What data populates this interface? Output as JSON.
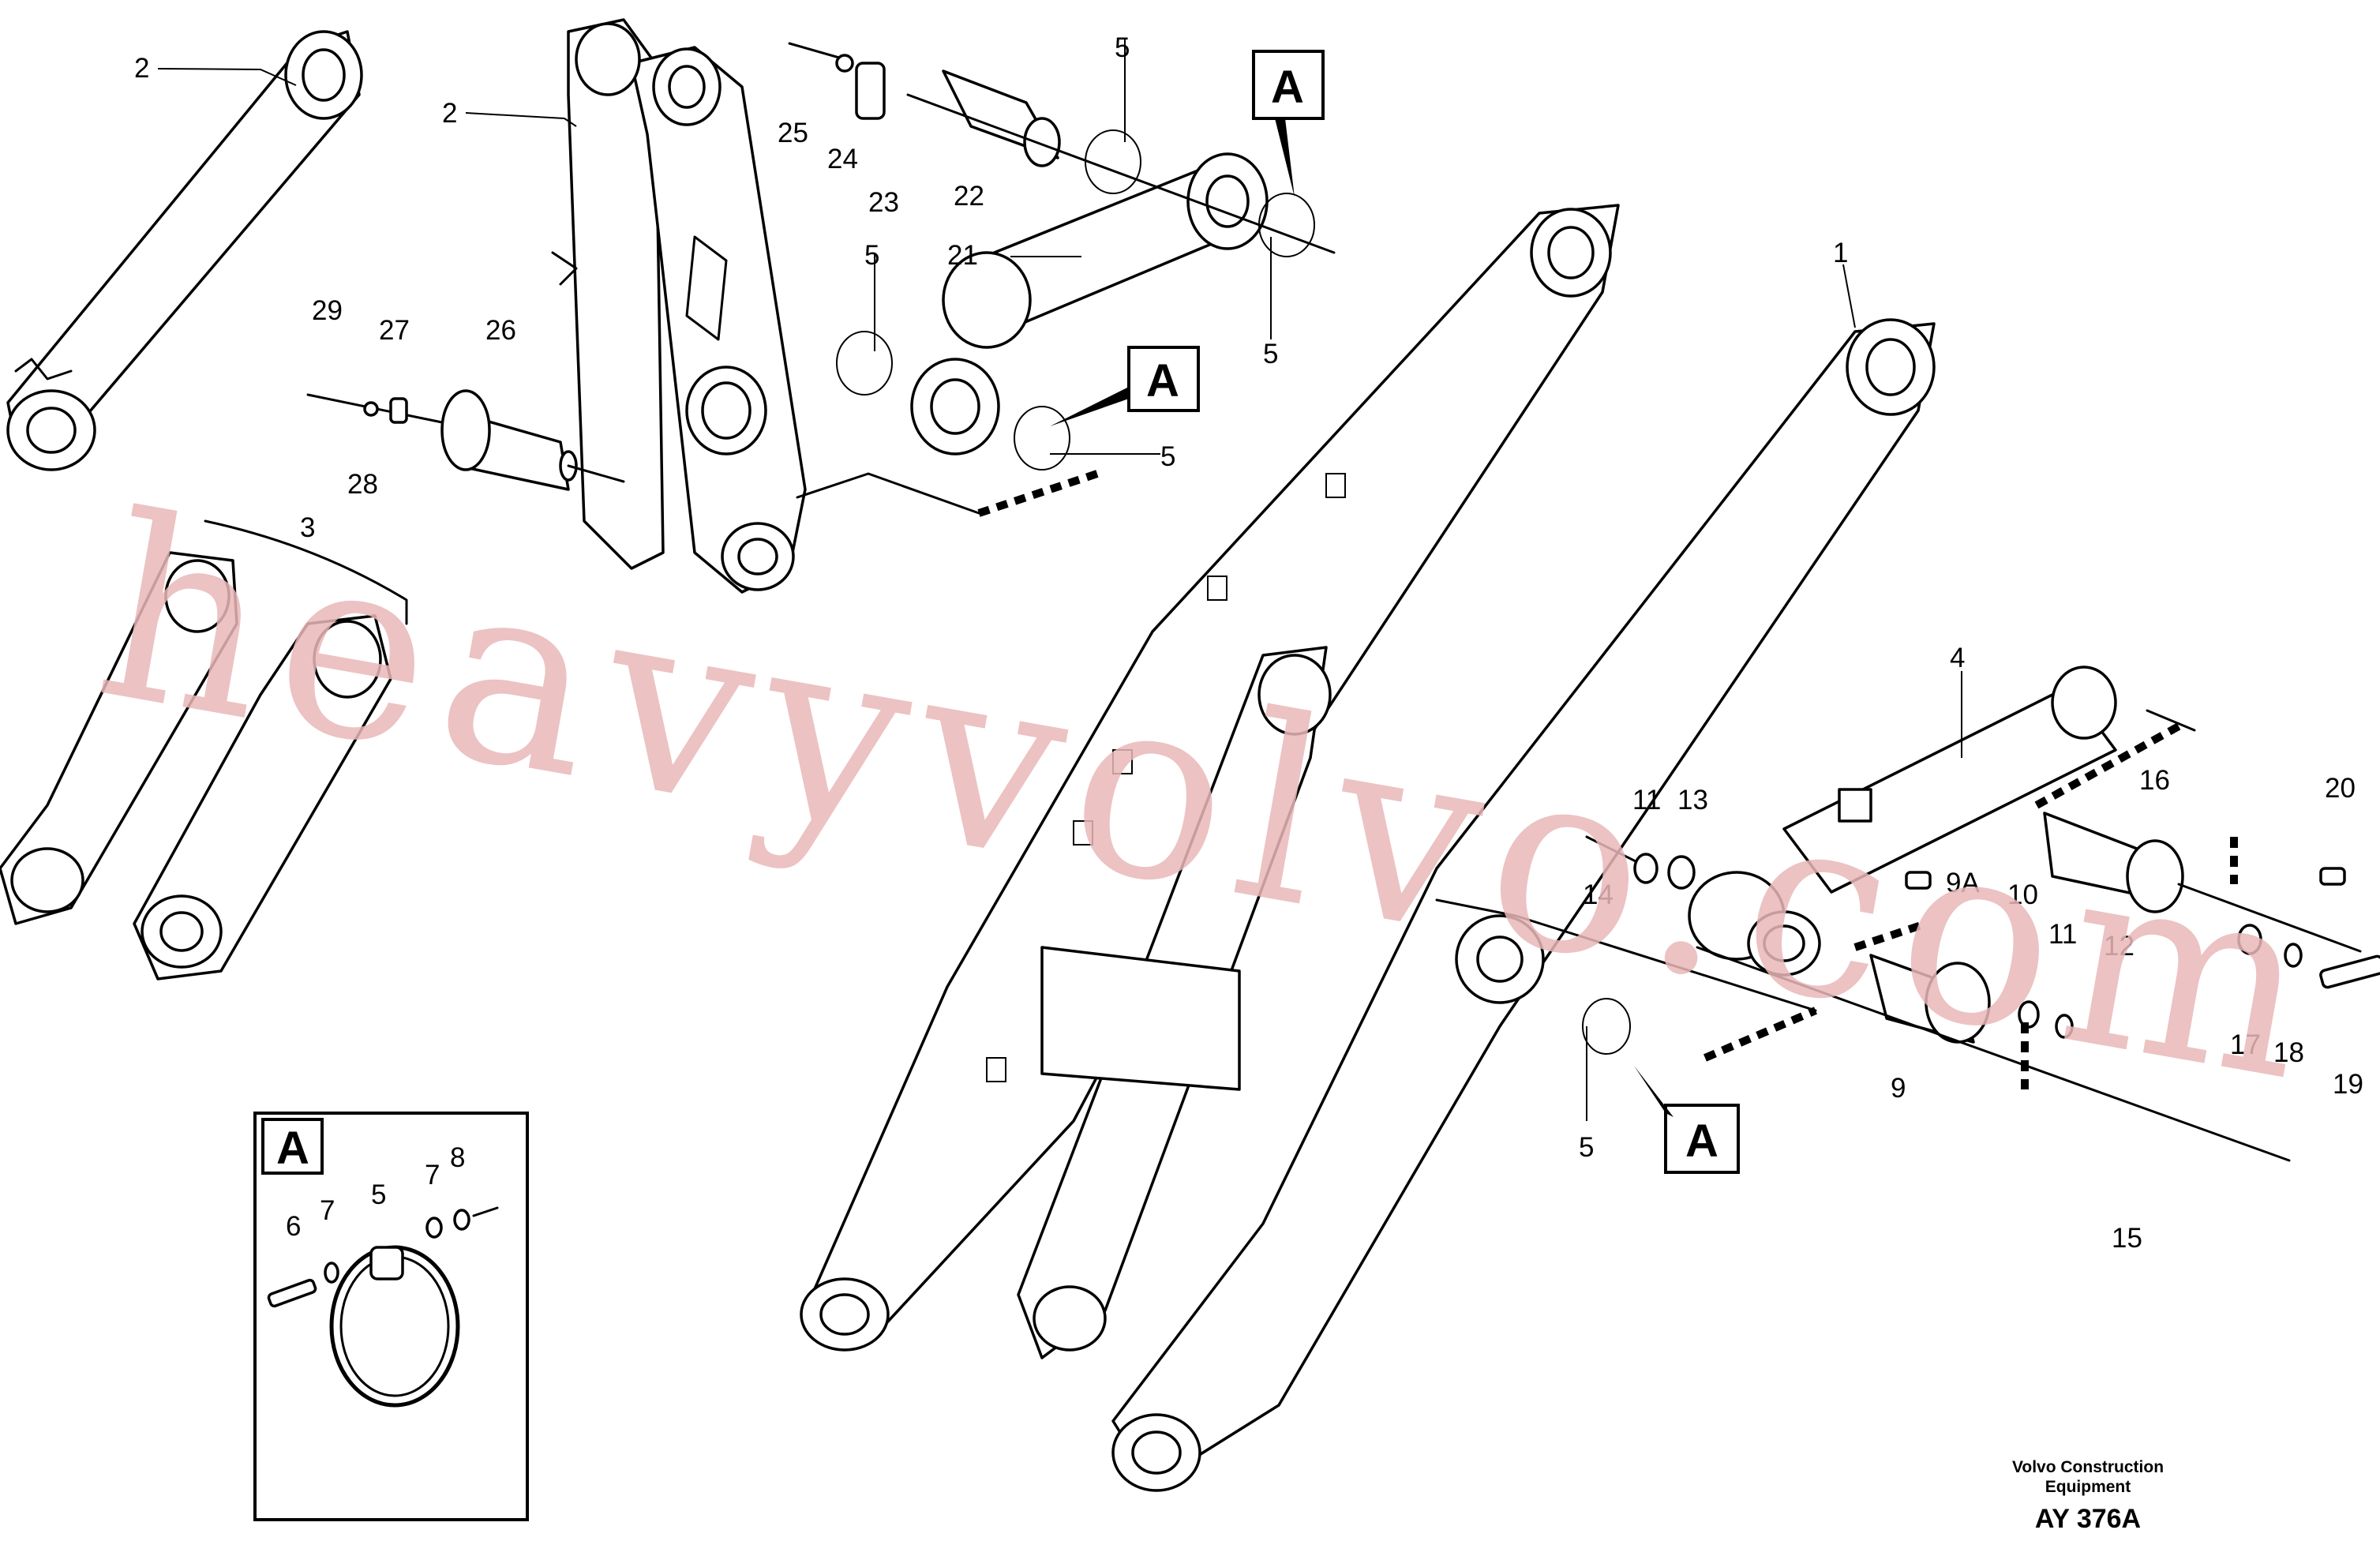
{
  "callouts": {
    "c2a": "2",
    "c2b": "2",
    "c3": "3",
    "c29": "29",
    "c27": "27",
    "c26": "26",
    "c28": "28",
    "c25": "25",
    "c24": "24",
    "c23": "23",
    "c22": "22",
    "c21": "21",
    "c5a": "5",
    "c5b": "5",
    "c5c": "5",
    "c5d": "5",
    "c5e": "5",
    "c1": "1",
    "c4": "4",
    "c11a": "11",
    "c13": "13",
    "c14": "14",
    "c9a": "9A",
    "c16": "16",
    "c20": "20",
    "c10": "10",
    "c11b": "11",
    "c12": "12",
    "c9": "9",
    "c17": "17",
    "c18": "18",
    "c19": "19",
    "c15": "15",
    "d6": "6",
    "d7a": "7",
    "d5": "5",
    "d7b": "7",
    "d8": "8"
  },
  "view_markers": {
    "a1": "A",
    "a2": "A",
    "a3": "A",
    "detail": "A"
  },
  "footer": {
    "maker_line1": "Volvo Construction",
    "maker_line2": "Equipment",
    "ref_code": "AY 376A"
  },
  "watermark": "heavyvolvo.com",
  "colors": {
    "line": "#000000",
    "watermark": "#e9b7b7",
    "background": "#ffffff"
  }
}
